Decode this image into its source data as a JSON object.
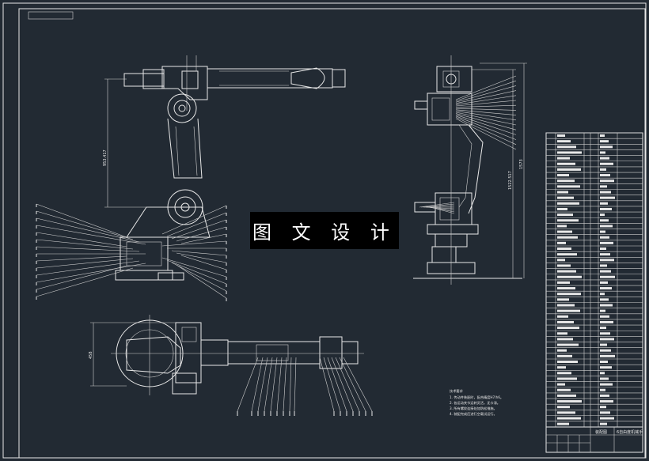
{
  "watermark": "图 文 设 计",
  "dimensions": {
    "front_height": "953.417",
    "side_height": "1522.517",
    "side_height_outer": "1573",
    "plan_width": "458"
  },
  "notes": {
    "title": "技术要求",
    "lines": [
      "1. 传动件装配时，配合精度H7/h6。",
      "2. 各运动关节运转灵活，无卡滞。",
      "3. 所有螺纹连接处加防松措施。",
      "4. 装配完成后进行空载试运行。"
    ]
  },
  "title_block": {
    "drawing_name": "装配图",
    "project_name": "6自由度机械手"
  }
}
